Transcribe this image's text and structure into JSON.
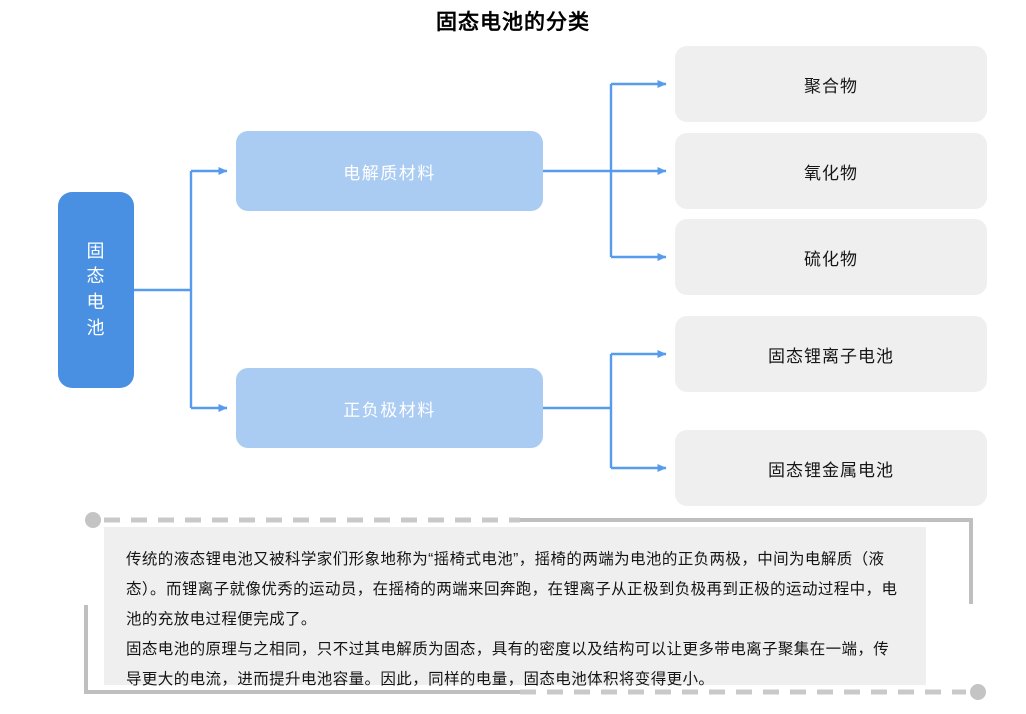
{
  "title": "固态电池的分类",
  "colors": {
    "root_fill": "#4A90E2",
    "mid_fill": "#AACBF2",
    "leaf_fill": "#EFEFEF",
    "connector": "#579BEE",
    "frame": "#BFBFBF",
    "note_bg": "#EFEFEF"
  },
  "tree": {
    "root": {
      "label": "固态电池"
    },
    "branches": [
      {
        "label": "电解质材料",
        "children": [
          {
            "label": "聚合物"
          },
          {
            "label": "氧化物"
          },
          {
            "label": "硫化物"
          }
        ]
      },
      {
        "label": "正负极材料",
        "children": [
          {
            "label": "固态锂离子电池"
          },
          {
            "label": "固态锂金属电池"
          }
        ]
      }
    ]
  },
  "note": {
    "paragraphs": [
      "传统的液态锂电池又被科学家们形象地称为“摇椅式电池”，摇椅的两端为电池的正负两极，中间为电解质（液态）。而锂离子就像优秀的运动员，在摇椅的两端来回奔跑，在锂离子从正极到负极再到正极的运动过程中，电池的充放电过程便完成了。",
      "固态电池的原理与之相同，只不过其电解质为固态，具有的密度以及结构可以让更多带电离子聚集在一端，传导更大的电流，进而提升电池容量。因此，同样的电量，固态电池体积将变得更小。"
    ]
  }
}
